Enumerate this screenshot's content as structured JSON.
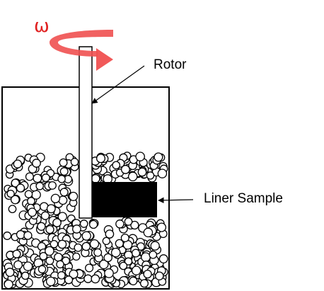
{
  "labels": {
    "omega": "ω",
    "rotor": "Rotor",
    "liner_sample": "Liner Sample"
  },
  "colors": {
    "rotation_arrow": "#f05050",
    "omega": "#e02020",
    "sample": "#000000",
    "particle_fill": "#ffffff",
    "particle_stroke": "#000000"
  },
  "icons": {
    "rotation": "curved-arrow-icon"
  }
}
